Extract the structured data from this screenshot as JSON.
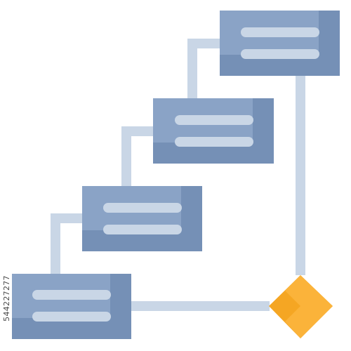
{
  "diagram": {
    "kind": "cascade-flowchart-icon",
    "colors": {
      "box_main": "#7590b6",
      "box_light": "#8aa3c6",
      "text_lines": "#c9d6e6",
      "connectors": "#c9d6e6",
      "diamond_main": "#f5a623",
      "diamond_light": "#fbb33a"
    },
    "steps": [
      {
        "id": "step-1",
        "text_line_count": 2
      },
      {
        "id": "step-2",
        "text_line_count": 2
      },
      {
        "id": "step-3",
        "text_line_count": 2
      },
      {
        "id": "step-4",
        "text_line_count": 2
      }
    ],
    "decision": {
      "shape": "diamond"
    }
  },
  "watermark": {
    "stock_id": "544227277"
  }
}
